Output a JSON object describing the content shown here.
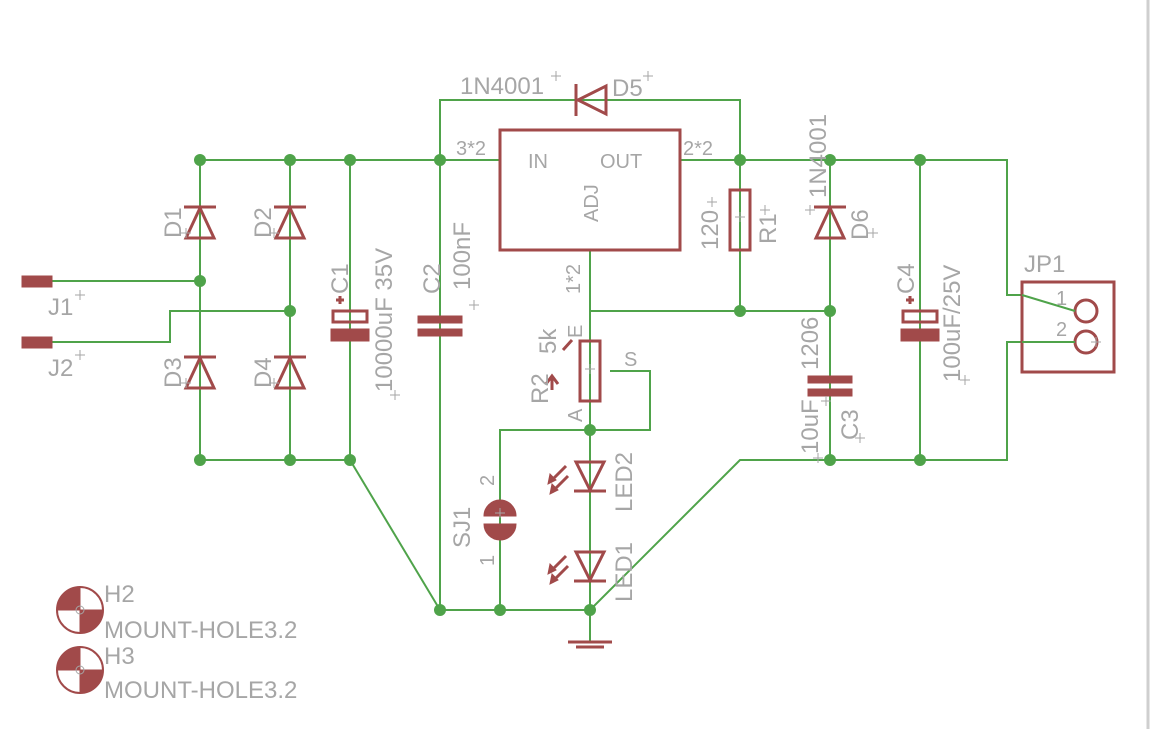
{
  "colors": {
    "wire": "#4fa34a",
    "part": "#a14a4a",
    "label": "#a6a6a6",
    "background": "#ffffff"
  },
  "labels": {
    "d5_value": "1N4001",
    "d5_name": "D5",
    "d6_value": "1N4001",
    "d6_name": "D6",
    "reg_in_pin": "3*2",
    "reg_in": "IN",
    "reg_out": "OUT",
    "reg_out_pin": "2*2",
    "reg_adj": "ADJ",
    "reg_adj_pin": "1*2",
    "d1": "D1",
    "d2": "D2",
    "d3": "D3",
    "d4": "D4",
    "j1": "J1",
    "j2": "J2",
    "c1_name": "C1",
    "c1_value": "10000uF 35V",
    "c2_name": "C2",
    "c2_value": "100nF",
    "r1_name": "R1",
    "r1_value": "120",
    "r2_name": "R2",
    "r2_value": "5k",
    "r2_pin_e": "E",
    "r2_pin_s": "S",
    "r2_pin_a": "A",
    "c3_value": "10uF",
    "c3_package": "1206",
    "c3_name": "C3",
    "c4_name": "C4",
    "c4_value": "100uF/25V",
    "jp1": "JP1",
    "jp1_pin1": "1",
    "jp1_pin2": "2",
    "led1": "LED1",
    "led2": "LED2",
    "sj1": "SJ1",
    "sj1_pin1": "1",
    "sj1_pin2": "2",
    "h2_name": "H2",
    "h2_value": "MOUNT-HOLE3.2",
    "h3_name": "H3",
    "h3_value": "MOUNT-HOLE3.2"
  }
}
